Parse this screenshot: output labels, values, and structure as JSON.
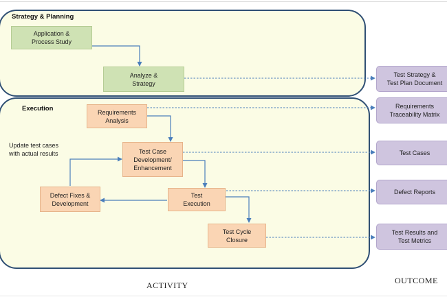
{
  "panels": {
    "strategy": "Strategy & Planning",
    "execution": "Execution"
  },
  "activities": {
    "app_study": "Application &\nProcess Study",
    "analyze": "Analyze &\nStrategy",
    "req_analysis": "Requirements\nAnalysis",
    "tc_dev": "Test Case\nDevelopment/\nEnhancement",
    "test_exec": "Test\nExecution",
    "defect_fixes": "Defect Fixes &\nDevelopment",
    "closure": "Test Cycle\nClosure"
  },
  "outcomes": {
    "strategy_doc": "Test Strategy &\nTest Plan Document",
    "rtm": "Requirements\nTraceability Matrix",
    "test_cases": "Test Cases",
    "defect_reports": "Defect Reports",
    "results": "Test Results and\nTest Metrics"
  },
  "note": "Update test cases\nwith actual results",
  "footer": {
    "activity": "ACTIVITY",
    "outcome": "OUTCOME"
  },
  "colors": {
    "panel_fill": "#fbfce5",
    "panel_border": "#2f4f74",
    "activity_green": "#cfe2b4",
    "activity_orange": "#fad5b4",
    "outcome_purple": "#cfc5df",
    "arrow": "#4a7ebb"
  }
}
